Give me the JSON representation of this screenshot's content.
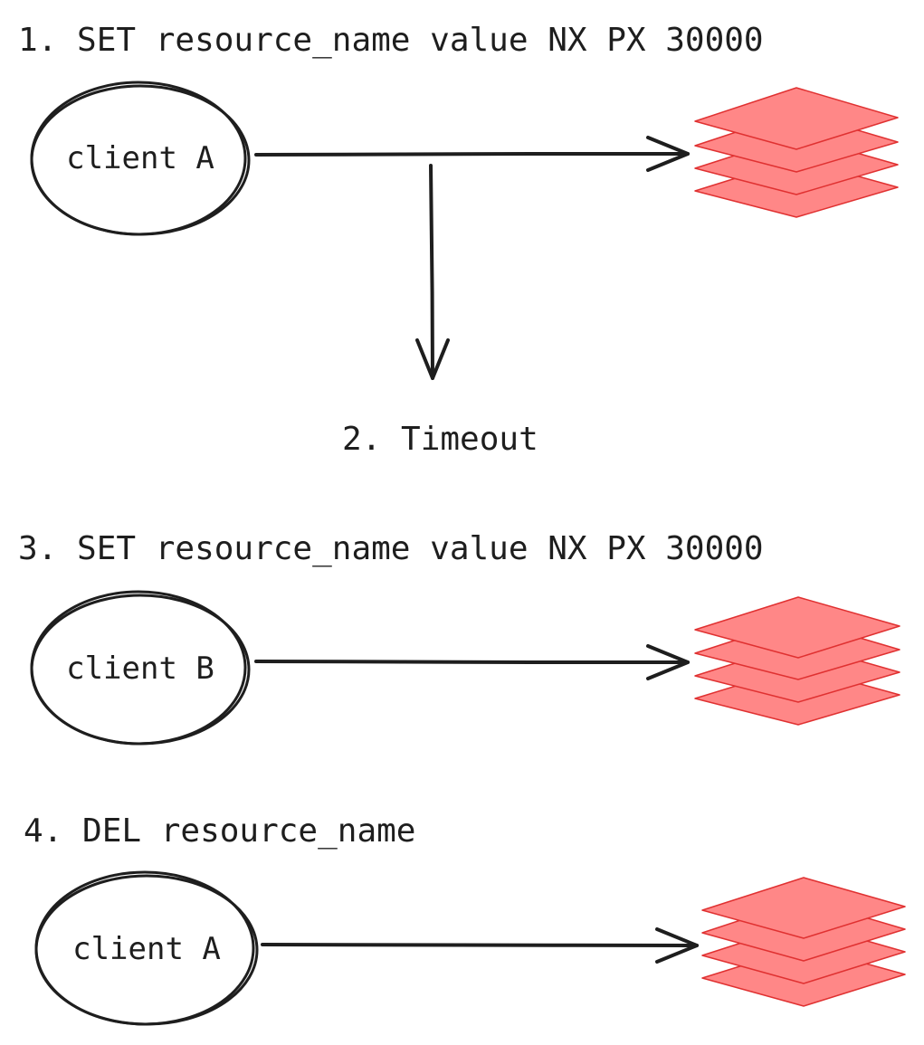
{
  "colors": {
    "stroke": "#1e1e1e",
    "stack_fill": "#ff8787",
    "stack_stroke": "#e03131",
    "background": "#ffffff"
  },
  "steps": [
    {
      "label": "1. SET resource_name value NX PX 30000",
      "client": "client A"
    },
    {
      "label": "2. Timeout"
    },
    {
      "label": "3. SET resource_name value NX PX 30000",
      "client": "client B"
    },
    {
      "label": "4. DEL resource_name",
      "client": "client A"
    }
  ],
  "icons": {
    "store": "stacked-layers-icon"
  }
}
